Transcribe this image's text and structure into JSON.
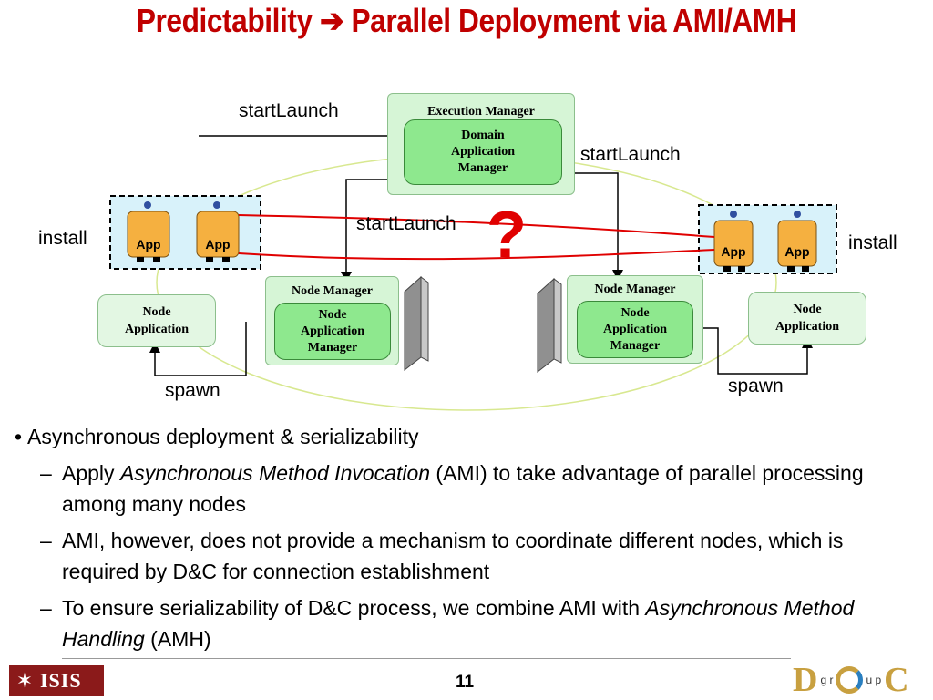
{
  "slide": {
    "title": "Predictability ➔ Parallel Deployment via AMI/AMH",
    "page_number": "11"
  },
  "diagram": {
    "execution_manager": {
      "title": "Execution Manager",
      "inner": "Domain Application Manager"
    },
    "node_manager_left": {
      "title": "Node Manager",
      "inner": "Node Application Manager"
    },
    "node_manager_right": {
      "title": "Node Manager",
      "inner": "Node Application Manager"
    },
    "node_app_left": "Node Application",
    "node_app_right": "Node Application",
    "app_label": "App",
    "labels": {
      "start_launch_top": "startLaunch",
      "start_launch_right": "startLaunch",
      "start_launch_mid": "startLaunch",
      "install_left": "install",
      "install_right": "install",
      "spawn_left": "spawn",
      "spawn_right": "spawn"
    },
    "question_mark": "?",
    "colors": {
      "outer_box": "#d6f5d6",
      "inner_box": "#8ee88e",
      "app": "#f5b040",
      "app_group": "#d8f2fa",
      "red_line": "#e00000",
      "ellipse": "#d8e890"
    }
  },
  "bullets": {
    "b1": "Asynchronous deployment & serializability",
    "s1": {
      "pre": "Apply ",
      "em": "Asynchronous Method Invocation",
      "post": " (AMI) to take advantage of parallel processing among many nodes"
    },
    "s2": "AMI, however, does not provide a mechanism to coordinate different nodes, which is required by D&C for connection establishment",
    "s3": {
      "pre": "To ensure serializability of D&C process, we combine AMI with ",
      "em": "Asynchronous Method Handling",
      "post": " (AMH)"
    }
  },
  "logos": {
    "left_text": "ISIS",
    "right_big1": "D",
    "right_small1": "g r",
    "right_small2": "u p",
    "right_big2": "C"
  }
}
